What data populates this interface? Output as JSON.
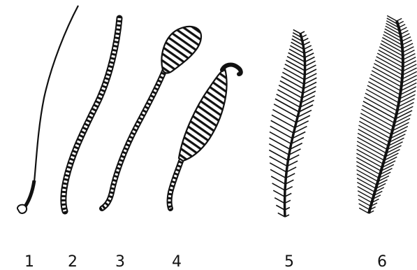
{
  "figure": {
    "labels": [
      "1",
      "2",
      "3",
      "4",
      "5",
      "6"
    ],
    "ink_color": "#111111",
    "background_color": "#ffffff"
  }
}
